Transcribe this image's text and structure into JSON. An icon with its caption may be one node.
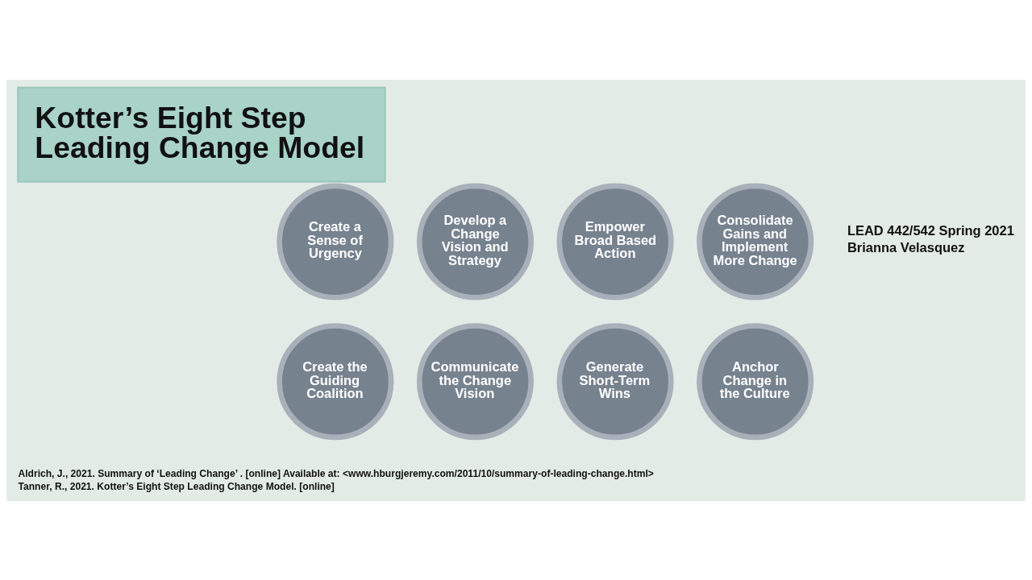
{
  "diagram": {
    "title": "Kotter’s Eight Step Leading Change Model",
    "nodes": [
      {
        "text": [
          "Create a Sense of Urgency"
        ]
      },
      {
        "text": [
          "Create the Guiding Coalition"
        ]
      },
      {
        "text": [
          "Develop a Change Vision and Strategy"
        ]
      },
      {
        "text": [
          "Communicate the Change Vision"
        ]
      },
      {
        "text": [
          "Empower Broad Based Action"
        ]
      },
      {
        "text": [
          "Generate Short-Term Wins"
        ]
      },
      {
        "text": [
          "Consolidate Gains and Implement More Change"
        ]
      },
      {
        "text": [
          "Anchor Change in the Culture"
        ]
      }
    ],
    "labels": [
      "LEAD 442/542 Spring 2021",
      "Brianna Velasquez",
      "Aldrich, J., 2021. Summary of ‘Leading Change’ . [online] Available at: <www.hburgjeremy.com/2011/10/summary-of-leading-change.html>",
      "Tanner, R., 2021. Kotter’s Eight Step Leading Change Model. [online]"
    ]
  }
}
